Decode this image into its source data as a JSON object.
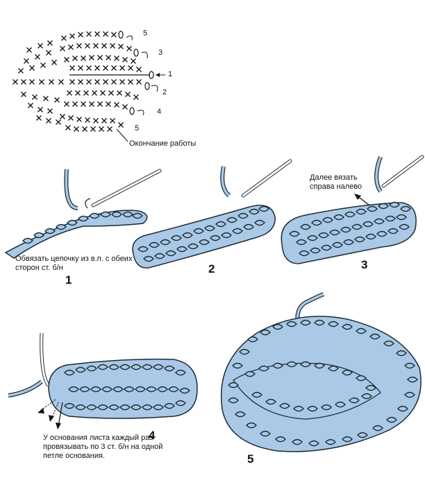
{
  "schema": {
    "row_labels": [
      "5",
      "3",
      "1",
      "2",
      "4",
      "5"
    ],
    "end_caption": "Окончание работы"
  },
  "steps": [
    {
      "number": "1",
      "caption": "Обвязать цепочку из в.п. с обеих сторон ст. б/н"
    },
    {
      "number": "2",
      "caption": ""
    },
    {
      "number": "3",
      "caption": "Далее вязать справа налево"
    },
    {
      "number": "4",
      "caption": "У основания листа каждый раз провязывать по 3 ст. б/н на одной петле основания."
    },
    {
      "number": "5",
      "caption": ""
    }
  ],
  "colors": {
    "yarn_fill": "#a9c9e6",
    "yarn_outline": "#1c2a36",
    "hook": "#ffffff"
  }
}
